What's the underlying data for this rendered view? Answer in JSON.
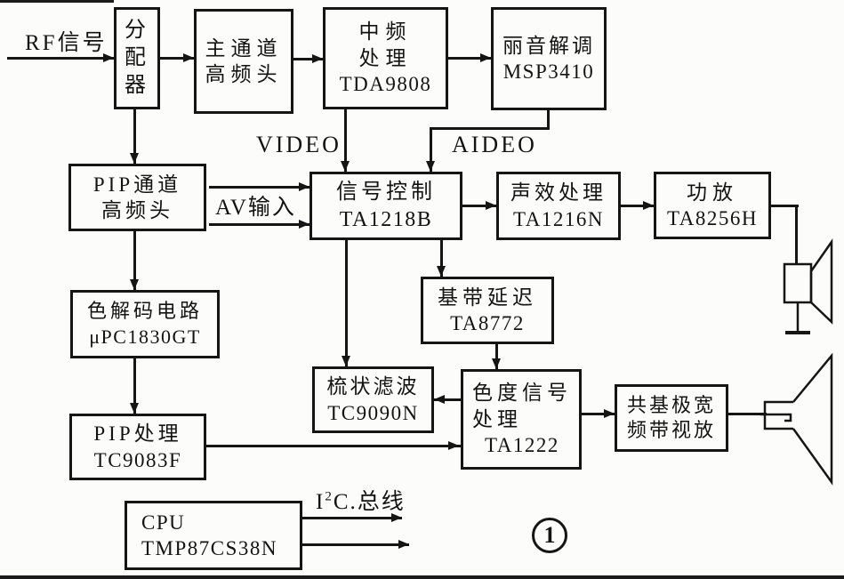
{
  "figure": {
    "labels": {
      "rf_input": "RF信号",
      "video": "VIDEO",
      "aideo": "AIDEO",
      "av_input": "AV输入",
      "i2c_bus": {
        "base": "I",
        "sup": "2",
        "rest": "C.总线"
      },
      "figure_number": "1"
    },
    "blocks": {
      "splitter": {
        "lines": [
          "分",
          "配",
          "器"
        ]
      },
      "main_tuner": {
        "lines": [
          "主通道",
          "高频头"
        ]
      },
      "if_processor": {
        "lines": [
          "中频",
          "处理",
          "TDA9808"
        ]
      },
      "nicam_demod": {
        "lines": [
          "丽音解调",
          "MSP3410"
        ]
      },
      "pip_tuner": {
        "lines": [
          "PIP通道",
          "高频头"
        ]
      },
      "signal_control": {
        "lines": [
          "信号控制",
          "TA1218B"
        ]
      },
      "sound_processor": {
        "lines": [
          "声效处理",
          "TA1216N"
        ]
      },
      "power_amp": {
        "lines": [
          "功放",
          "TA8256H"
        ]
      },
      "color_decoder": {
        "lines": [
          "色解码电路",
          "μPC1830GT"
        ]
      },
      "baseband_delay": {
        "lines": [
          "基带延迟",
          "TA8772"
        ]
      },
      "comb_filter": {
        "lines": [
          "梳状滤波",
          "TC9090N"
        ]
      },
      "chroma_processor": {
        "lines": [
          "色度信号",
          "处理",
          "TA1222"
        ]
      },
      "pip_processor": {
        "lines": [
          "PIP处理",
          "TC9083F"
        ]
      },
      "video_amp": {
        "lines": [
          "共基极宽",
          "频带视放"
        ]
      },
      "cpu": {
        "lines": [
          "CPU",
          "TMP87CS38N"
        ]
      }
    },
    "icons": {
      "speaker": "speaker-icon",
      "crt": "crt-icon"
    },
    "colors": {
      "line": "#151515",
      "background": "#fcfcfa"
    }
  }
}
